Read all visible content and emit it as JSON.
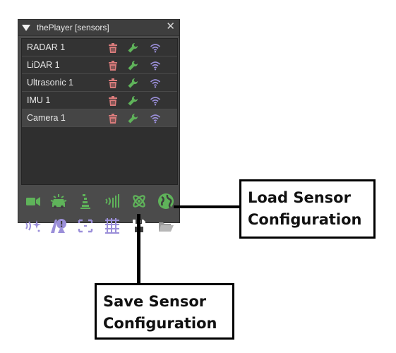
{
  "window": {
    "title": "thePlayer [sensors]",
    "close_glyph": "✕"
  },
  "sensors": [
    {
      "label": "RADAR 1",
      "selected": false
    },
    {
      "label": "LiDAR 1",
      "selected": false
    },
    {
      "label": "Ultrasonic 1",
      "selected": false
    },
    {
      "label": "IMU 1",
      "selected": false
    },
    {
      "label": "Camera 1",
      "selected": true
    }
  ],
  "row_icons": [
    "trash-icon",
    "wrench-icon",
    "wifi-icon"
  ],
  "toolbar": {
    "row1": [
      "camera-icon",
      "vehicle-sensor-icon",
      "ultrasonic-icon",
      "radar-wave-icon",
      "atom-icon",
      "globe-icon"
    ],
    "row2": [
      "sparkle-wave-icon",
      "road-info-icon",
      "bounding-box-icon",
      "grid-icon",
      "save-icon",
      "folder-open-icon"
    ]
  },
  "colors": {
    "green": "#5fb35a",
    "purple": "#9b8fd9",
    "trash": "#d97b7b",
    "white_icon": "#ffffff",
    "gray_icon": "#9a9a9a"
  },
  "callouts": {
    "load": {
      "line1": "Load Sensor",
      "line2": "Configuration"
    },
    "save": {
      "line1": "Save Sensor",
      "line2": "Configuration"
    }
  }
}
